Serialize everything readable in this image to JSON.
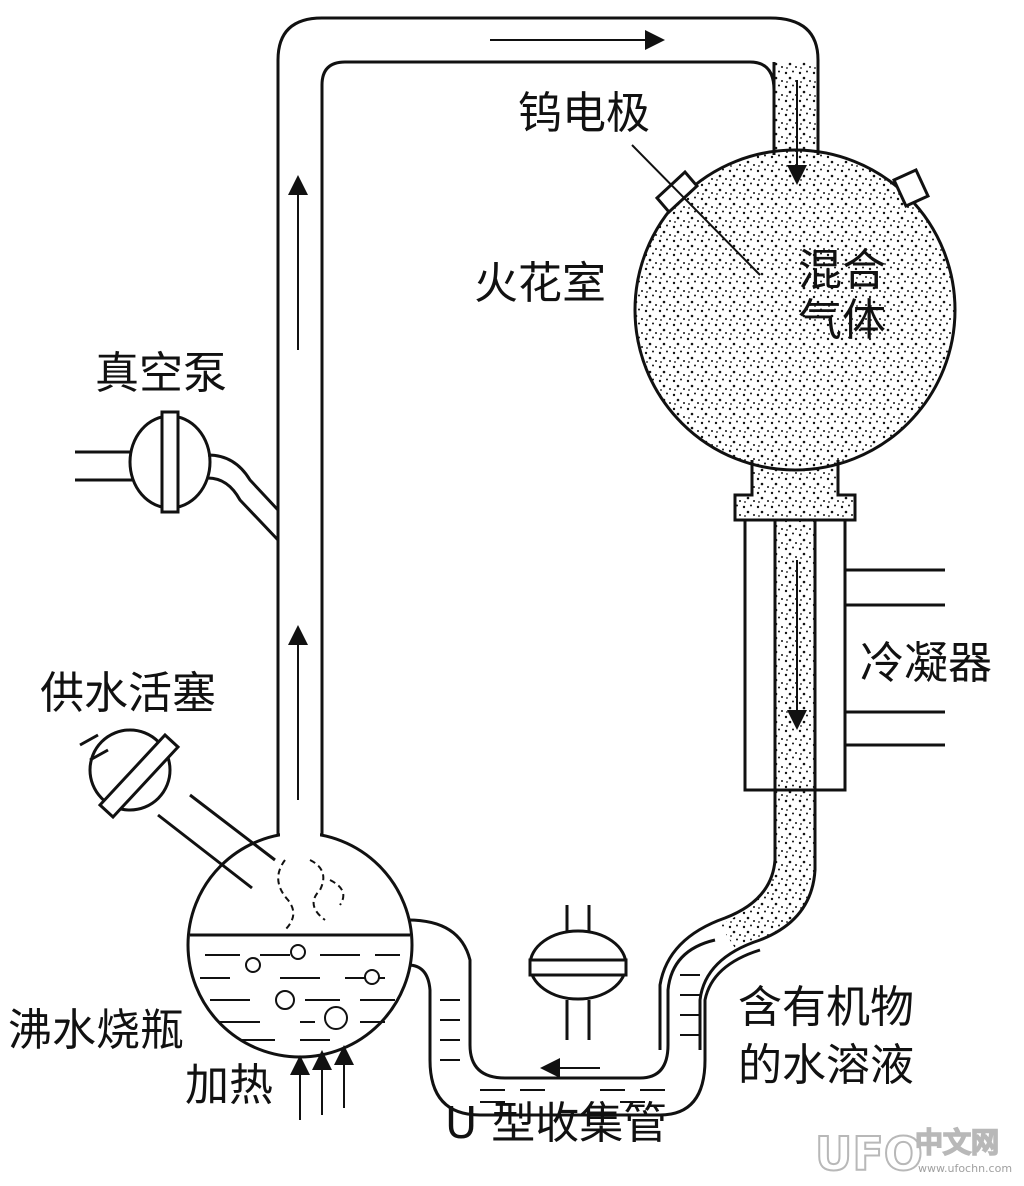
{
  "labels": {
    "tungsten_electrode": "钨电极",
    "spark_chamber": "火花室",
    "mixed_gas_line1": "混合",
    "mixed_gas_line2": "气体",
    "vacuum_pump": "真空泵",
    "condenser": "冷凝器",
    "water_supply_piston": "供水活塞",
    "boiling_flask": "沸水烧瓶",
    "heating": "加热",
    "organic_solution_line1": "含有机物",
    "organic_solution_line2": "的水溶液",
    "u_tube": "U 型收集管"
  },
  "watermark": {
    "brand": "UFO",
    "site_cn": "中文网",
    "url": "www.ufochn.com"
  },
  "colors": {
    "ink": "#111111",
    "paper": "#ffffff",
    "watermark": "#c8c8c8"
  }
}
